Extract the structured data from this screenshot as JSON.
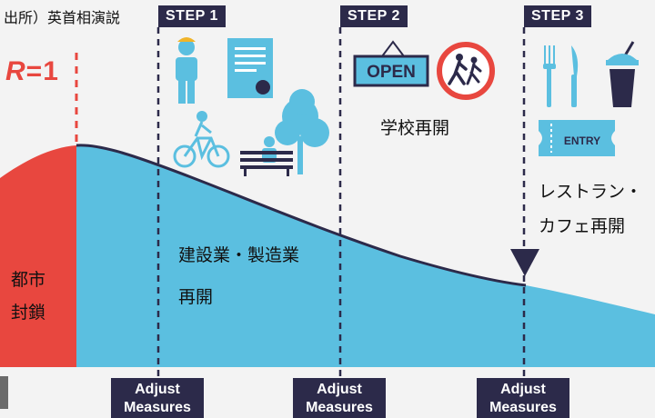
{
  "source_text": "出所）英首相演説",
  "r_label": {
    "var": "R",
    "rest": "=1"
  },
  "steps": [
    {
      "tag": "STEP 1",
      "label": "建設業・製造業\n再開"
    },
    {
      "tag": "STEP 2",
      "label": "学校再開"
    },
    {
      "tag": "STEP 3",
      "label": "レストラン・\nカフェ再開"
    }
  ],
  "lockdown_label": "都市\n封鎖",
  "adjust_label_line1": "Adjust",
  "adjust_label_line2": "Measures",
  "signs": {
    "open": "OPEN",
    "entry": "ENTRY"
  },
  "colors": {
    "red": "#e8473f",
    "blue": "#5bbfe0",
    "navy": "#2c2a4a",
    "background": "#f3f3f3"
  },
  "icons": [
    "worker-icon",
    "certificate-icon",
    "cyclist-icon",
    "tree-icon",
    "park-bench-icon",
    "open-sign-icon",
    "children-crossing-icon",
    "fork-icon",
    "knife-icon",
    "cup-icon",
    "ticket-icon"
  ]
}
